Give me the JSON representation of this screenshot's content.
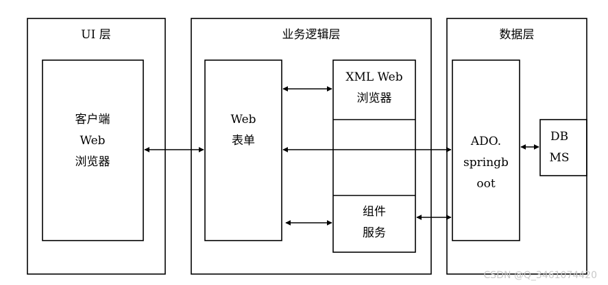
{
  "layers": {
    "ui": {
      "title": "UI 层"
    },
    "business": {
      "title": "业务逻辑层"
    },
    "data": {
      "title": "数据层"
    }
  },
  "boxes": {
    "client": {
      "lines": [
        "客户端",
        "Web",
        "浏览器"
      ]
    },
    "web_form": {
      "lines": [
        "Web",
        "表单"
      ]
    },
    "xml_browser": {
      "lines": [
        "XML Web",
        "浏览器"
      ]
    },
    "component": {
      "lines": [
        "组件",
        "服务"
      ]
    },
    "ado": {
      "lines": [
        "ADO.",
        "springb",
        "oot"
      ]
    },
    "dbms": {
      "lines": [
        "DB",
        "MS"
      ]
    }
  },
  "watermark": "CSDN @Q_3461074420"
}
